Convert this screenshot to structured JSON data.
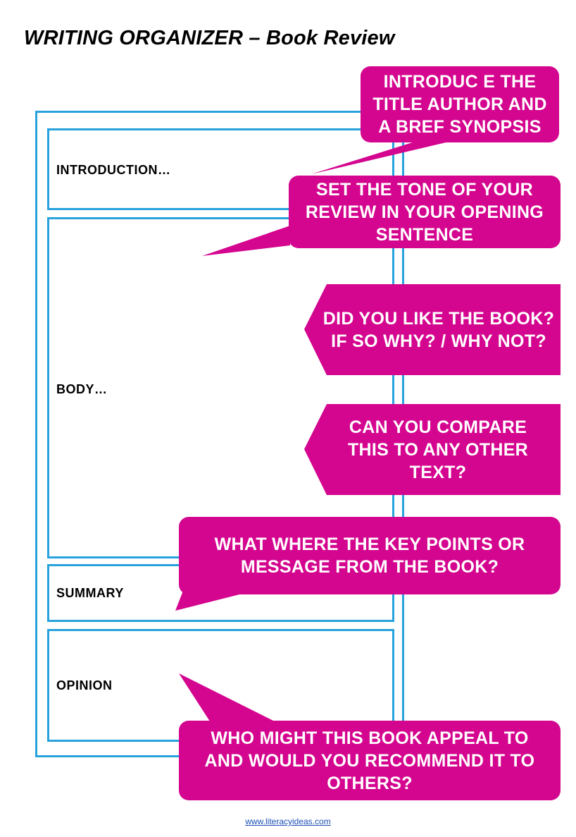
{
  "header": {
    "title": "WRITING ORGANIZER – Book Review"
  },
  "sections": {
    "introduction": "INTRODUCTION…",
    "body": "BODY…",
    "summary": "SUMMARY",
    "opinion": "OPINION"
  },
  "callouts": {
    "intro_title": "INTRODUC E THE TITLE AUTHOR AND A BREF SYNOPSIS",
    "intro_tone": "SET THE TONE OF YOUR REVIEW IN YOUR OPENING SENTENCE",
    "body_like": "DID YOU LIKE THE BOOK? IF SO WHY? / WHY NOT?",
    "body_compare": "CAN YOU COMPARE THIS TO ANY OTHER TEXT?",
    "summary_key": "WHAT WHERE THE KEY POINTS OR MESSAGE FROM THE BOOK?",
    "opinion_appeal": "WHO MIGHT THIS BOOK APPEAL TO AND WOULD YOU RECOMMEND IT TO OTHERS?"
  },
  "footer": {
    "link": "www.literacyideas.com"
  },
  "colors": {
    "frame": "#27a2dd",
    "callout": "#d4058f"
  }
}
